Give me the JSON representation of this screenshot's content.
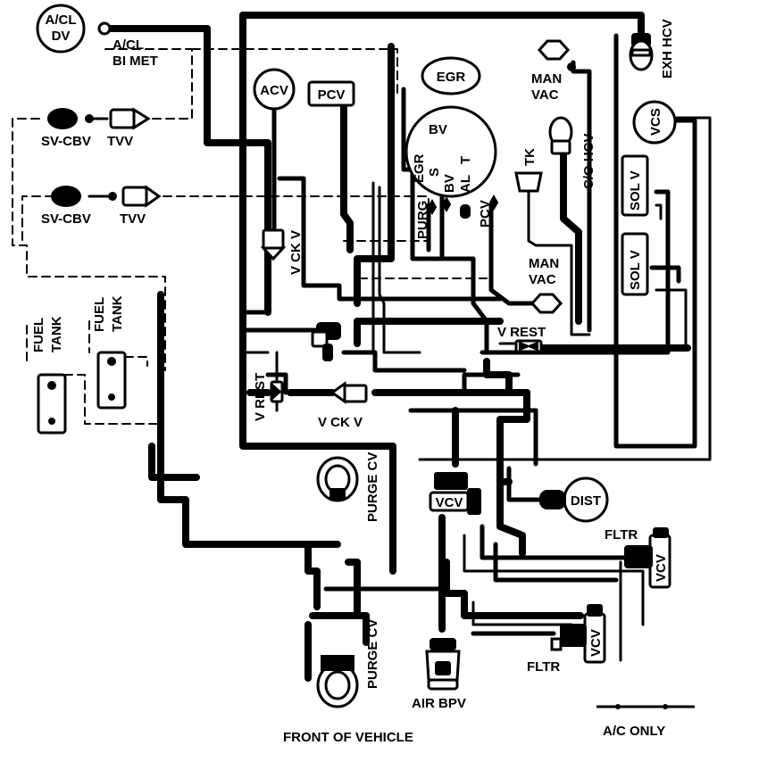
{
  "components": {
    "acl_dv": {
      "line1": "A/CL",
      "line2": "DV"
    },
    "acl_bimet": {
      "line1": "A/CL",
      "line2": "BI MET"
    },
    "sv_cbv_1": "SV-CBV",
    "tvv_1": "TVV",
    "sv_cbv_2": "SV-CBV",
    "tvv_2": "TVV",
    "fuel_tank_1": {
      "line1": "FUEL",
      "line2": "TANK"
    },
    "fuel_tank_2": {
      "line1": "FUEL",
      "line2": "TANK"
    },
    "acv": "ACV",
    "pcv_top": "PCV",
    "egr": "EGR",
    "egr_bv": "BV",
    "egr_egr": "EGR",
    "egr_s": "S",
    "egr_bv2": "BV",
    "egr_al": "AL",
    "egr_t": "T",
    "purg": "PURG",
    "pcv_side": "PCV",
    "man_vac_top": {
      "line1": "MAN",
      "line2": "VAC"
    },
    "exh_hcv": "EXH HCV",
    "vcs": "VCS",
    "co_hcv": "C/O HCV",
    "tk": "TK",
    "sol_v_1": "SOL V",
    "sol_v_2": "SOL V",
    "man_vac_mid": {
      "line1": "MAN",
      "line2": "VAC"
    },
    "v_ck_v_1": "V CK V",
    "v_rest_1": "V REST",
    "v_rest_2": "V REST",
    "v_ck_v_2": "V CK V",
    "purge_cv_1": "PURGE CV",
    "purge_cv_2": "PURGE CV",
    "vcv_center": "VCV",
    "dist": "DIST",
    "fltr_1": "FLTR",
    "vcv_right_1": "VCV",
    "vcv_right_2": "VCV",
    "fltr_2": "FLTR",
    "air_bpv": "AIR BPV"
  },
  "footer": {
    "front_label": "FRONT OF VEHICLE",
    "ac_only_label": "A/C ONLY"
  }
}
